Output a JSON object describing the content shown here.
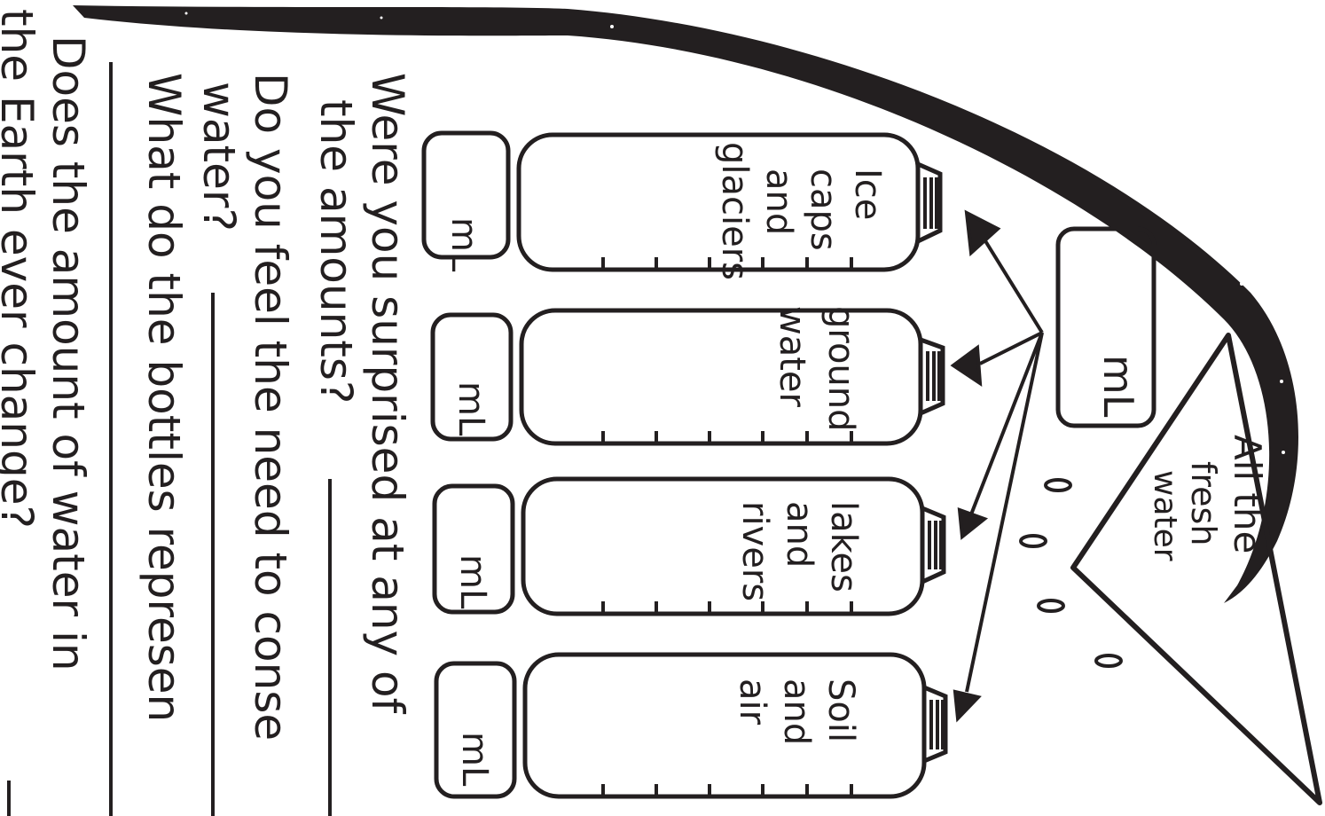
{
  "source_triangle": {
    "label_lines": [
      "All the",
      "fresh",
      "water"
    ],
    "amount_unit": "mL"
  },
  "bottles": [
    {
      "id": "ice",
      "label_lines": [
        "Ice",
        "caps",
        "and",
        "glaciers"
      ],
      "bottle_unit": "mL",
      "box_unit": "mL"
    },
    {
      "id": "ground",
      "label_lines": [
        "ground",
        "water"
      ],
      "bottle_unit": "",
      "box_unit": "mL"
    },
    {
      "id": "lakes",
      "label_lines": [
        "lakes",
        "and",
        "rivers"
      ],
      "bottle_unit": "",
      "box_unit": "mL"
    },
    {
      "id": "soil",
      "label_lines": [
        "Soil",
        "and",
        "air"
      ],
      "bottle_unit": "",
      "box_unit": "mL"
    }
  ],
  "questions": {
    "q1_line1": "Were you surprised at any of",
    "q1_line2": "the amounts?",
    "q2_line1": "Do you feel the need to conse",
    "q2_line2": "water?",
    "q3_line1": "What do the bottles represen",
    "q4_line1": "Does the amount of water in",
    "q4_line2": "the Earth ever change?"
  },
  "colors": {
    "ink": "#231f20",
    "paper": "#ffffff"
  }
}
